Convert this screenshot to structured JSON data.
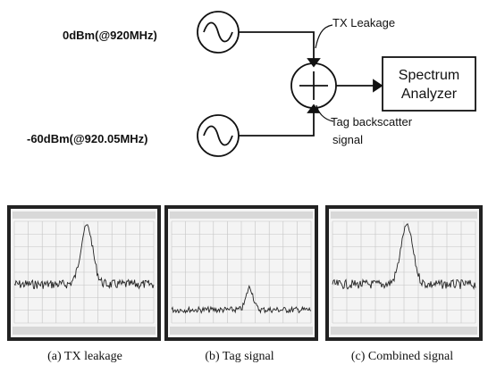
{
  "diagram": {
    "sources": [
      {
        "label": "0dBm(@920MHz)",
        "icon": "sine-wave-icon"
      },
      {
        "label": "-60dBm(@920.05MHz)",
        "icon": "sine-wave-icon"
      }
    ],
    "combiner_icon": "plus-circle-icon",
    "signal_labels": [
      "TX Leakage",
      "Tag backscatter",
      "signal"
    ],
    "analyzer_lines": [
      "Spectrum",
      "Analyzer"
    ]
  },
  "panels": [
    {
      "caption": "(a) TX leakage",
      "shape": "peak"
    },
    {
      "caption": "(b) Tag signal",
      "shape": "small-peak"
    },
    {
      "caption": "(c) Combined signal",
      "shape": "peak"
    }
  ],
  "colors": {
    "ink": "#111111",
    "screen_bg": "#f4f4f4",
    "bezel": "#222222"
  }
}
